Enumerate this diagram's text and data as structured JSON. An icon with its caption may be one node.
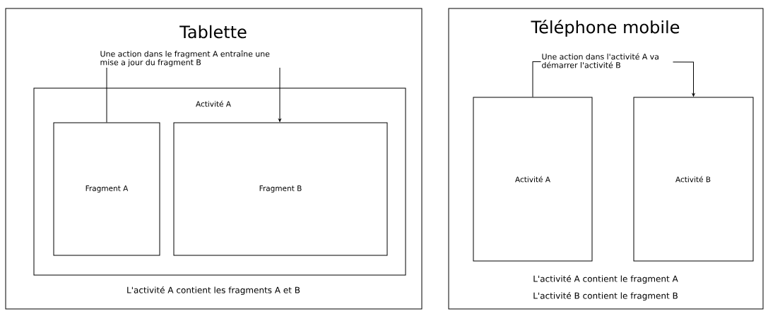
{
  "diagram": {
    "nodes": [
      {
        "text": [
          "Tablette",
          "L'activité A contient les fragments A et B"
        ]
      },
      {
        "text": [
          "Activité A"
        ],
        "in": 0
      },
      {
        "text": [
          "Fragment A"
        ],
        "in": 1
      },
      {
        "text": [
          "Fragment B"
        ],
        "in": 1
      },
      {
        "text": [
          "Une action dans le fragment A entraîne une mise a jour du fragment B"
        ],
        "in": 0
      },
      {
        "text": [
          "Téléphone mobile",
          "L'activité A contient le fragment A",
          "L'activité B contient le fragment B"
        ]
      },
      {
        "text": [
          "Activité A"
        ],
        "in": 5
      },
      {
        "text": [
          "Activité B"
        ],
        "in": 5
      }
    ],
    "edges": [
      {
        "from": 2,
        "to": 4,
        "arrow": "none"
      },
      {
        "from": 4,
        "to": 3,
        "arrow": "to"
      },
      {
        "from": 6,
        "to": 7,
        "arrow": "to",
        "label": "Une action dans l'activité A va démarrer l'activité B"
      }
    ]
  }
}
